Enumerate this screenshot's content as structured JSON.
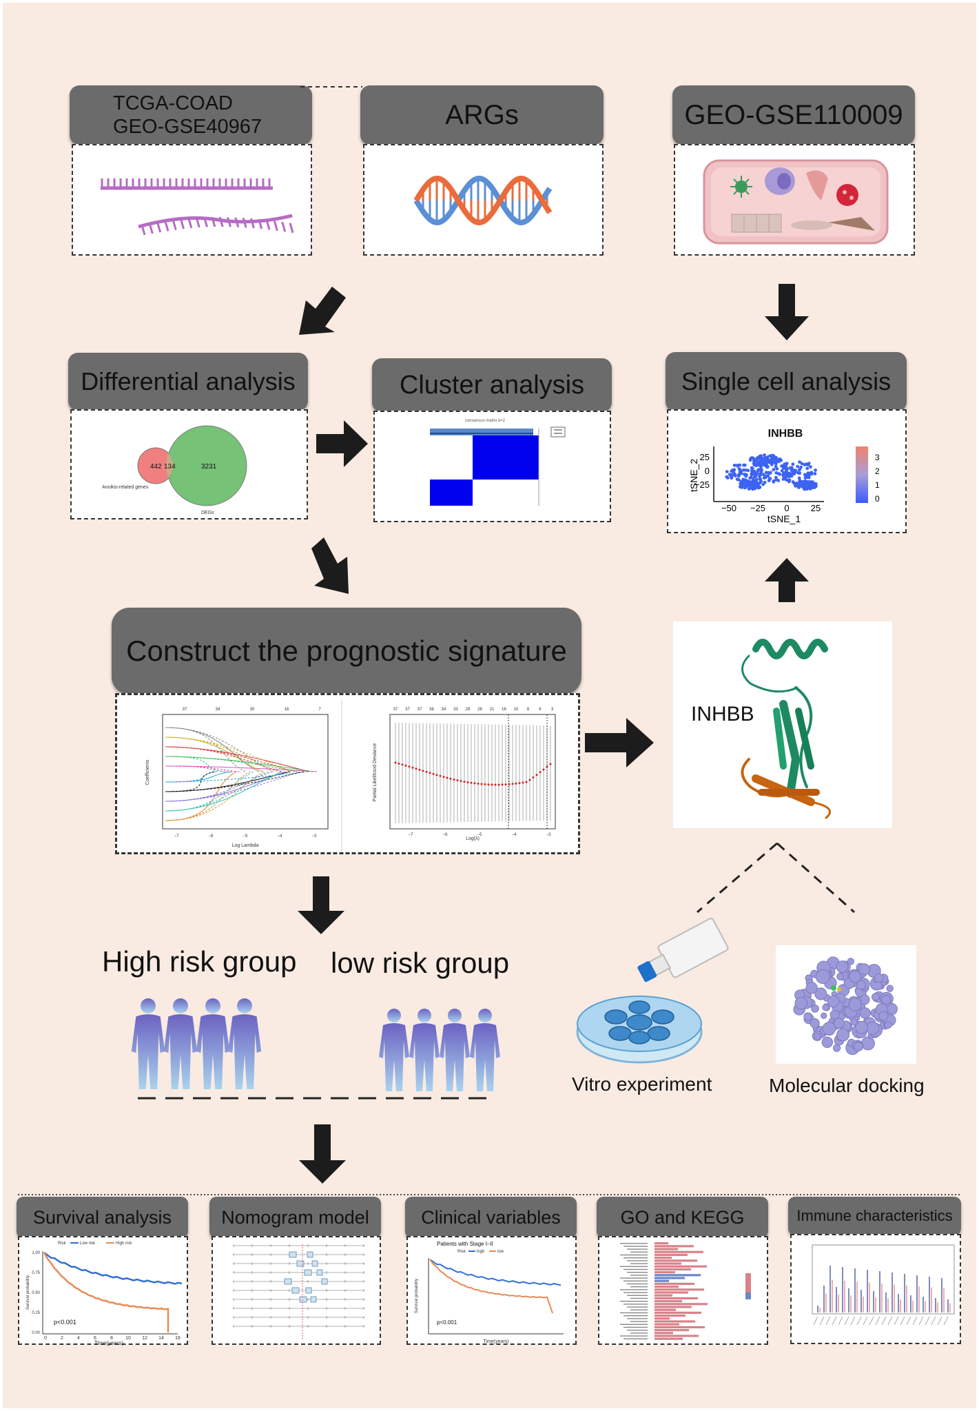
{
  "sources": {
    "tcga_line1": "TCGA-COAD",
    "tcga_line2": "GEO-GSE40967",
    "args": "ARGs",
    "geo": "GEO-GSE110009"
  },
  "analysis": {
    "differential": "Differential analysis",
    "cluster": "Cluster analysis",
    "single_cell": "Single cell analysis"
  },
  "venn": {
    "left_count": "442",
    "overlap_count": "134",
    "right_count": "3231",
    "left_label": "Anoikis-related genes",
    "right_label": "DEGs"
  },
  "cluster_plot": {
    "title": "consensus matrix k=2"
  },
  "tsne": {
    "title": "INHBB",
    "xlabel": "tSNE_1",
    "ylabel": "tSNE_2",
    "xticks": [
      "−50",
      "−25",
      "0",
      "25"
    ],
    "yticks": [
      "25",
      "0",
      "−25"
    ],
    "legend_ticks": [
      "3",
      "2",
      "1",
      "0"
    ]
  },
  "signature": {
    "title": "Construct the prognostic signature",
    "lasso_xlabel": "Log Lambda",
    "lasso_ylabel": "Coefficients",
    "lasso_top": [
      "37",
      "34",
      "30",
      "16",
      "7"
    ],
    "lasso_xticks": [
      "−7",
      "−6",
      "−5",
      "−4",
      "−3"
    ],
    "cv_xlabel": "Log(λ)",
    "cv_ylabel": "Partial Likelihood Deviance",
    "cv_top": [
      "37",
      "37",
      "37",
      "36",
      "34",
      "33",
      "29",
      "26",
      "21",
      "16",
      "10",
      "8",
      "6",
      "3"
    ],
    "cv_xticks": [
      "−7",
      "−6",
      "−5",
      "−4",
      "−3"
    ]
  },
  "protein": {
    "label": "INHBB"
  },
  "groups": {
    "high": "High risk group",
    "low": "low risk group"
  },
  "experiments": {
    "vitro": "Vitro experiment",
    "docking": "Molecular docking"
  },
  "bottom": {
    "survival": "Survival analysis",
    "nomogram": "Nomogram model",
    "clinical": "Clinical variables",
    "go_kegg": "GO and KEGG",
    "immune": "Immune characteristics"
  },
  "survival_plot": {
    "legend_title": "Risk",
    "legend_low": "Low risk",
    "legend_high": "High risk",
    "pvalue": "p<0.001",
    "xlabel": "Time(years)",
    "ylabel": "Survival probability",
    "yticks": [
      "1.00",
      "0.75",
      "0.50",
      "0.25",
      "0.00"
    ],
    "xticks": [
      "0",
      "2",
      "4",
      "6",
      "8",
      "10",
      "12",
      "14",
      "16"
    ]
  },
  "clinical_plot": {
    "title": "Patients with Stage I–II",
    "legend_title": "Risk",
    "legend_high": "high",
    "legend_low": "low",
    "pvalue": "p<0.001",
    "xlabel": "Time(years)",
    "ylabel": "Survival probability"
  },
  "colors": {
    "background": "#f9ebe2",
    "header": "#6b6b6b",
    "low_risk": "#2f6fd6",
    "high_risk": "#e88a54",
    "venn_left": "#f08080",
    "venn_right": "#6fbf6f",
    "cluster_blue": "#0000ee",
    "arrow": "#1c1c1c"
  }
}
